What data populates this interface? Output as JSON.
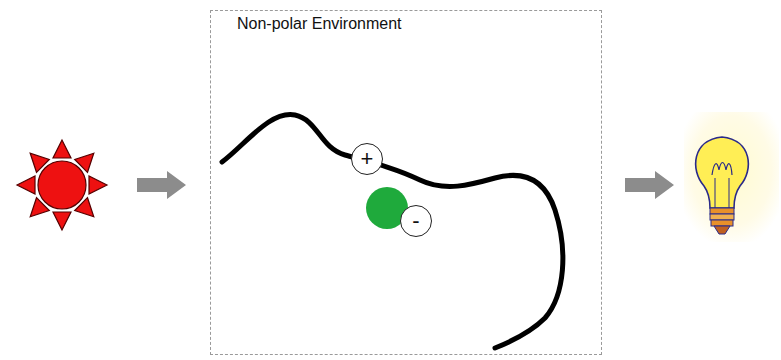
{
  "diagram": {
    "nodes": [
      {
        "text": [
          "Non-polar Environment"
        ]
      },
      {
        "text": [
          "+"
        ],
        "in": 0
      },
      {
        "text": [
          "-"
        ],
        "in": 0
      }
    ]
  }
}
